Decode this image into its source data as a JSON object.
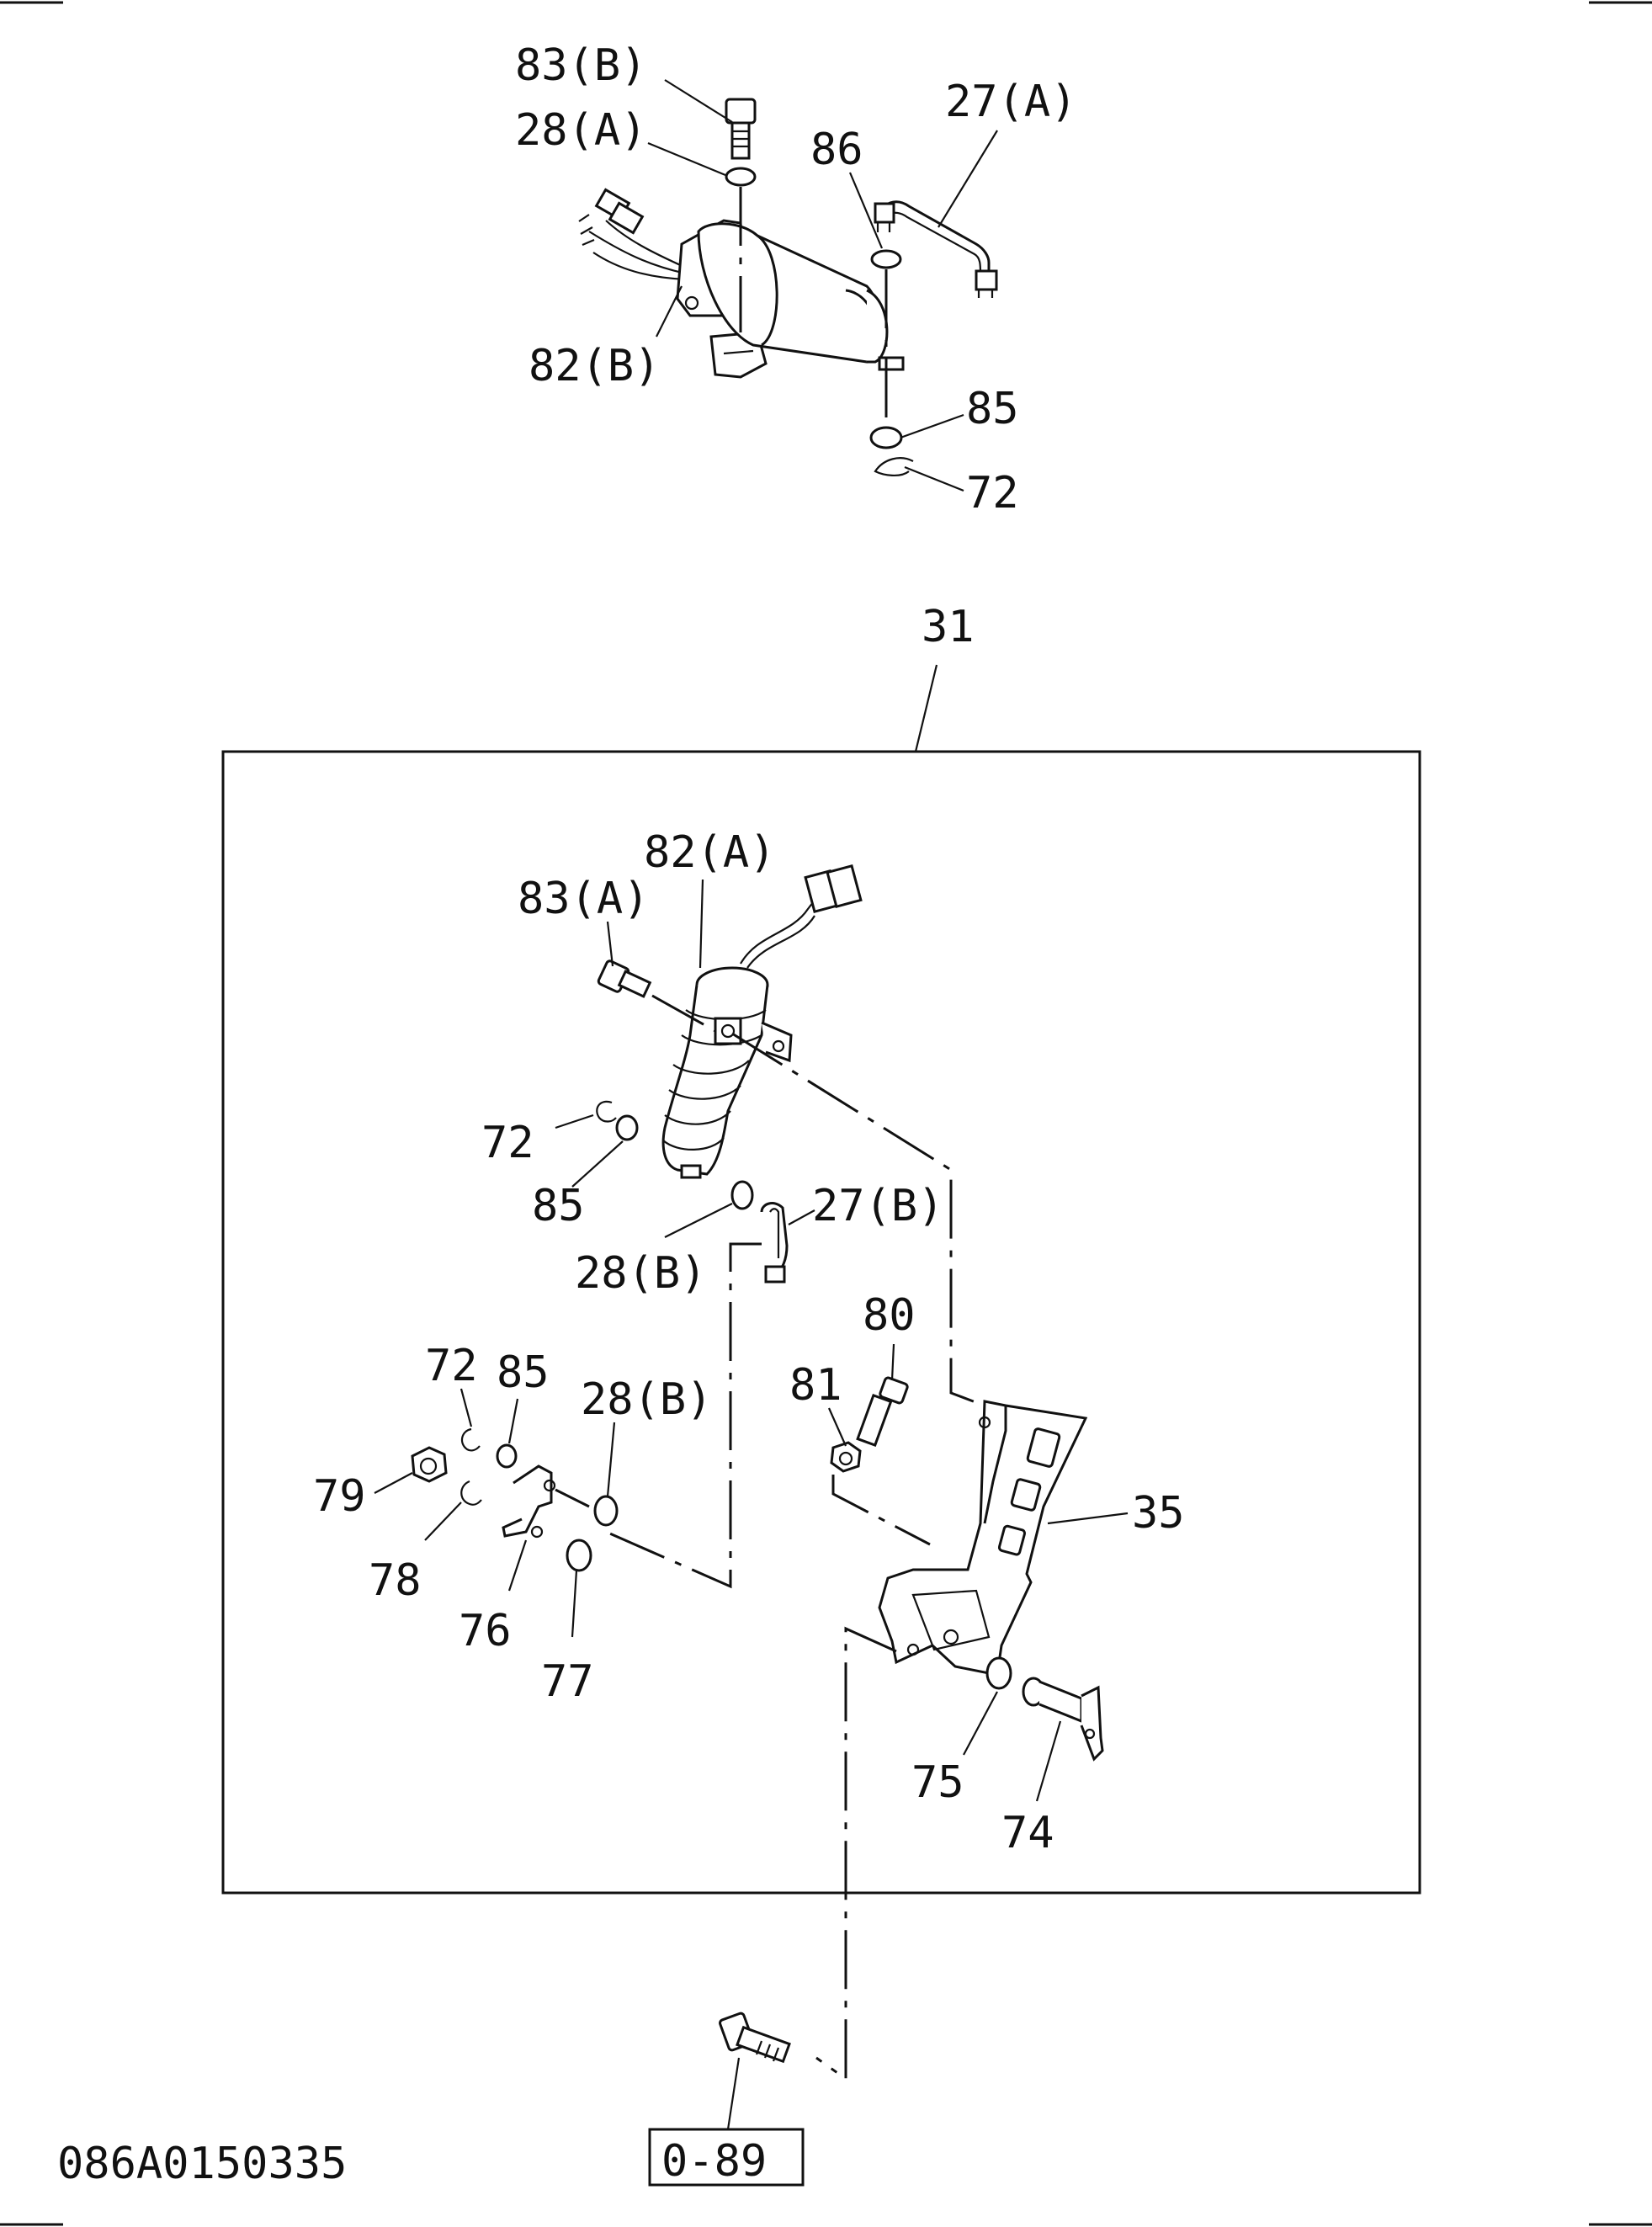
{
  "figure_code": "086A0150335",
  "reference_box": "0-89",
  "callouts": {
    "c83B": "83(B)",
    "c28A": "28(A)",
    "c27A": "27(A)",
    "c86": "86",
    "c82B": "82(B)",
    "c85top": "85",
    "c72top": "72",
    "c31": "31",
    "c82A": "82(A)",
    "c83A": "83(A)",
    "c72a": "72",
    "c85a": "85",
    "c27B": "27(B)",
    "c28Ba": "28(B)",
    "c80": "80",
    "c81": "81",
    "c72b": "72",
    "c85b": "85",
    "c28Bb": "28(B)",
    "c79": "79",
    "c78": "78",
    "c76": "76",
    "c77": "77",
    "c35": "35",
    "c75": "75",
    "c74": "74"
  },
  "icons": [
    "solenoid-82B-icon",
    "solenoid-82A-icon",
    "bracket-35-icon",
    "pedal-shaft-74-icon",
    "bolt-icon",
    "washer-icon",
    "snap-ring-icon",
    "nut-icon"
  ]
}
